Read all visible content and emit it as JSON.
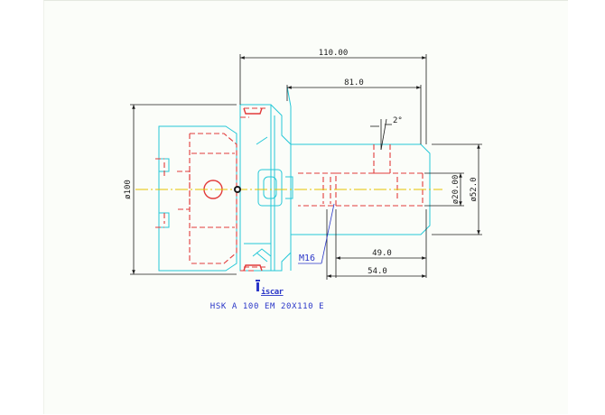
{
  "drawing": {
    "title": "HSK A 100 EM 20X110 E",
    "logo_text": "iscar",
    "dimensions": {
      "overall_length": "110.00",
      "body_length": "81.0",
      "flange_diameter": "ø100",
      "bore_diameter": "ø20.00",
      "nose_diameter": "ø52.0",
      "screw_depth": "49.0",
      "bore_depth": "54.0",
      "taper_angle": "2°",
      "clamp_screw": "M16"
    },
    "colors": {
      "outline": "#26c8d8",
      "hidden_lines": "#e23b3b",
      "centerline": "#e6c400",
      "dimension": "#1c1c1c",
      "annotation": "#2a36c8"
    }
  }
}
